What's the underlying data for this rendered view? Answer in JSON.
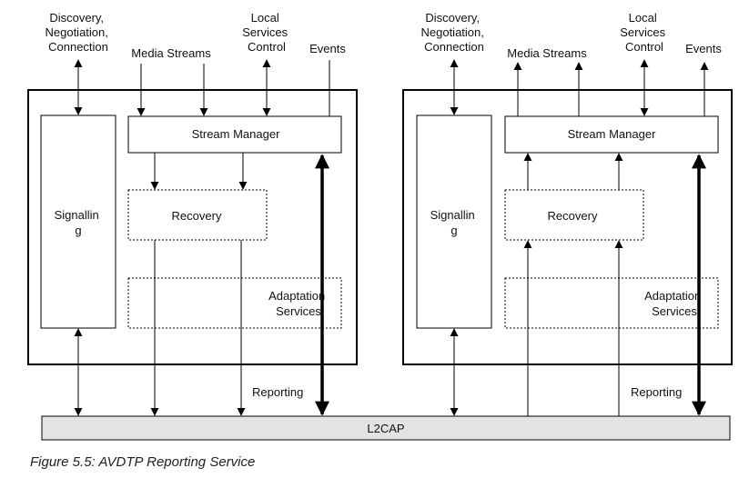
{
  "stacks": [
    {
      "top_labels": {
        "discovery": [
          "Discovery,",
          "Negotiation,",
          "Connection"
        ],
        "media": "Media Streams",
        "local": [
          "Local",
          "Services",
          "Control"
        ],
        "events": "Events"
      },
      "stream_manager": "Stream Manager",
      "signalling": [
        "Signallin",
        "g"
      ],
      "recovery": "Recovery",
      "adaptation": [
        "Adaptation",
        "Services"
      ],
      "reporting": "Reporting"
    },
    {
      "top_labels": {
        "discovery": [
          "Discovery,",
          "Negotiation,",
          "Connection"
        ],
        "media": "Media Streams",
        "local": [
          "Local",
          "Services",
          "Control"
        ],
        "events": "Events"
      },
      "stream_manager": "Stream Manager",
      "signalling": [
        "Signallin",
        "g"
      ],
      "recovery": "Recovery",
      "adaptation": [
        "Adaptation",
        "Services"
      ],
      "reporting": "Reporting"
    }
  ],
  "l2cap": "L2CAP",
  "caption": "Figure 5.5: AVDTP Reporting Service",
  "colors": {
    "l2cap_fill": "#e3e3e3",
    "line": "#000000"
  }
}
